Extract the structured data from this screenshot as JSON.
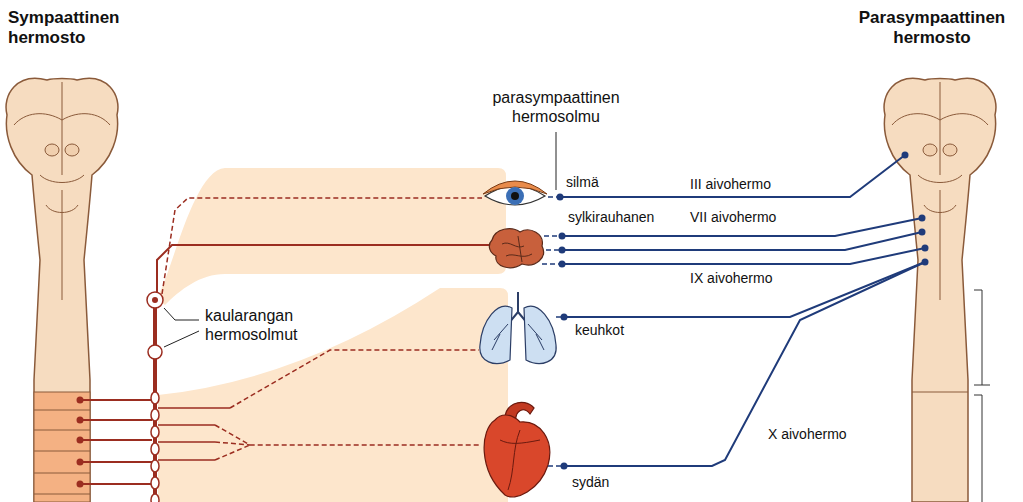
{
  "diagram": {
    "labels": [
      "Sympaattinen hermosto",
      "Parasympaattinen hermosto",
      "parasympaattinen hermosolmu",
      "silmä",
      "III aivohermo",
      "sylkirauhanen",
      "VII aivohermo",
      "IX aivohermo",
      "kaularangan hermosolmut",
      "keuhkot",
      "X aivohermo",
      "sydän"
    ]
  }
}
